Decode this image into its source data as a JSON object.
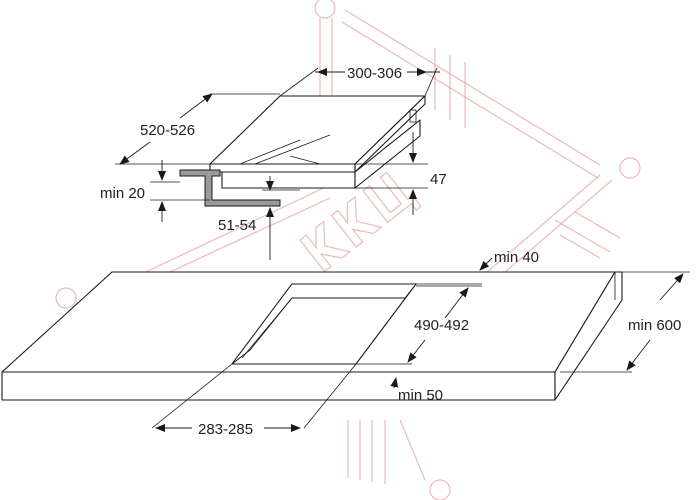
{
  "diagram": {
    "dimensions": {
      "hob_width": "300-306",
      "hob_depth": "520-526",
      "hob_height": "47",
      "min_clearance_below": "min 20",
      "built_in_depth": "51-54",
      "min_back_distance": "min 40",
      "cutout_depth": "490-492",
      "worktop_depth": "min 600",
      "min_front_distance": "min 50",
      "cutout_width": "283-285"
    },
    "watermark": "ККЦ",
    "colors": {
      "line": "#1a1a1a",
      "bracket": "#9a9a9a",
      "watermark": "#e8a0a0"
    }
  }
}
